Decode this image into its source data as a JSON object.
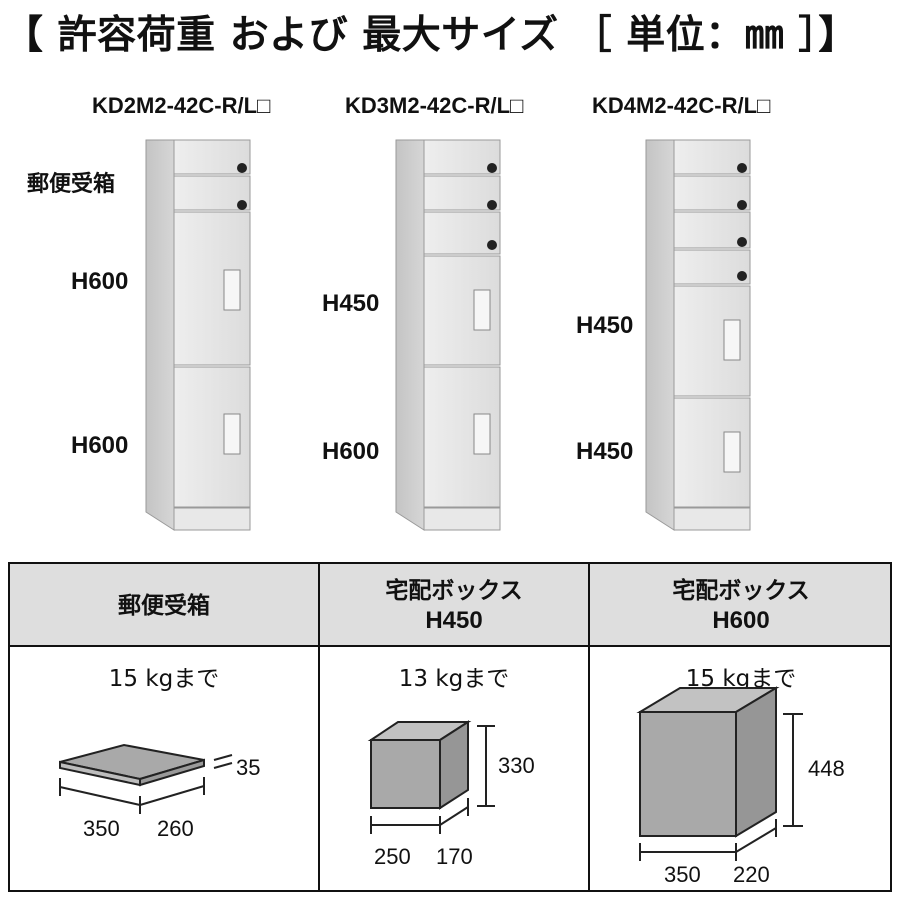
{
  "title": "【 許容荷重 および 最大サイズ ［ 単位：㎜ ］】",
  "products": [
    {
      "model": "KD2M2-42C-R/L□",
      "labels": [
        "郵便受箱",
        "H600",
        "H600"
      ]
    },
    {
      "model": "KD3M2-42C-R/L□",
      "labels": [
        "H450",
        "H600"
      ]
    },
    {
      "model": "KD4M2-42C-R/L□",
      "labels": [
        "H450",
        "H450"
      ]
    }
  ],
  "spec_table": {
    "columns": [
      {
        "heading": "郵便受箱",
        "sub": "",
        "load": "15 kgまで",
        "dims": {
          "a": "350",
          "b": "260",
          "h": "35"
        }
      },
      {
        "heading": "宅配ボックス",
        "sub": "H450",
        "load": "13 kgまで",
        "dims": {
          "a": "250",
          "b": "170",
          "h": "330"
        }
      },
      {
        "heading": "宅配ボックス",
        "sub": "H600",
        "load": "15 kgまで",
        "dims": {
          "a": "350",
          "b": "220",
          "h": "448"
        }
      }
    ]
  },
  "colors": {
    "header_bg": "#dedede",
    "unit_body": "#e4e4e4",
    "box_face": "#a9a9a9"
  }
}
